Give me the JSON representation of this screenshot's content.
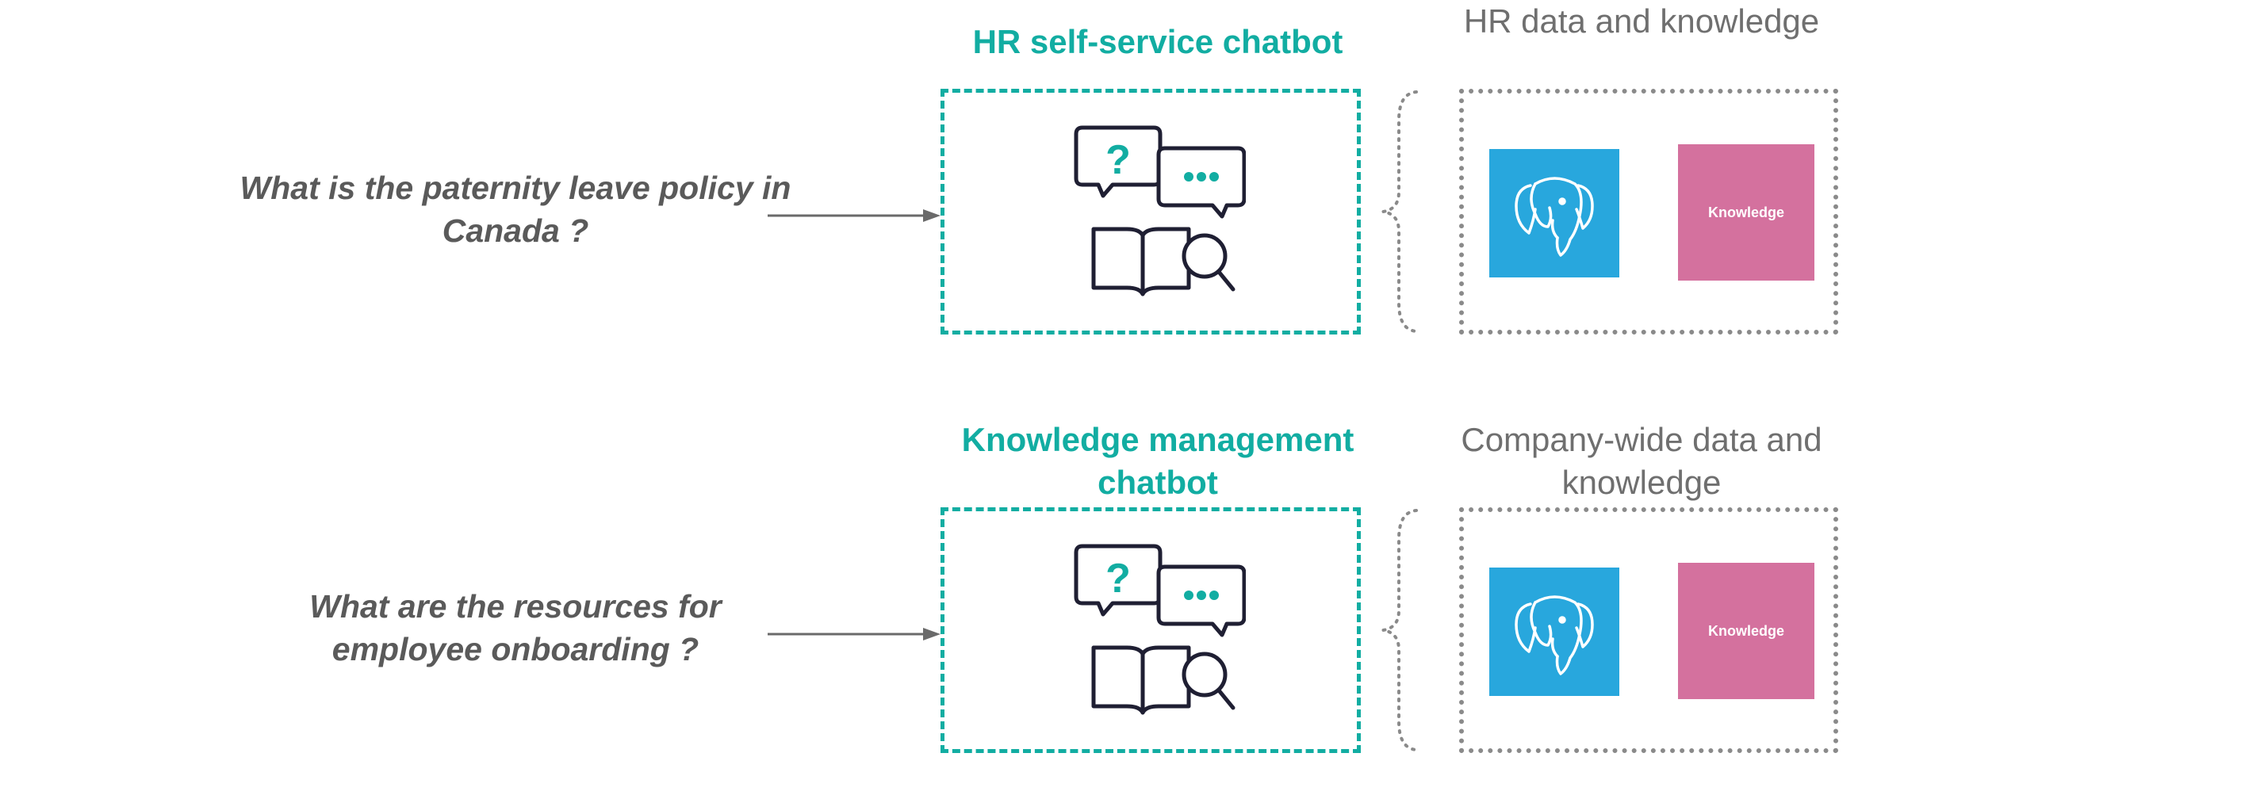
{
  "rows": [
    {
      "question": "What is the paternity leave policy in Canada ?",
      "chatbot": "HR self-service chatbot",
      "data_source": "HR data and knowledge",
      "knowledge_label": "Knowledge"
    },
    {
      "question": "What are the resources for employee onboarding ?",
      "chatbot": "Knowledge management chatbot",
      "data_source": "Company-wide data and knowledge",
      "knowledge_label": "Knowledge"
    }
  ],
  "colors": {
    "accent": "#12ada2",
    "question_text": "#5a5a5a",
    "database_tile": "#28a7dd",
    "knowledge_tile": "#d4719e",
    "border_gray": "#8a8a8a"
  },
  "icons": [
    "chat-question-icon",
    "chat-ellipsis-icon",
    "book-search-icon",
    "postgresql-elephant-icon"
  ]
}
